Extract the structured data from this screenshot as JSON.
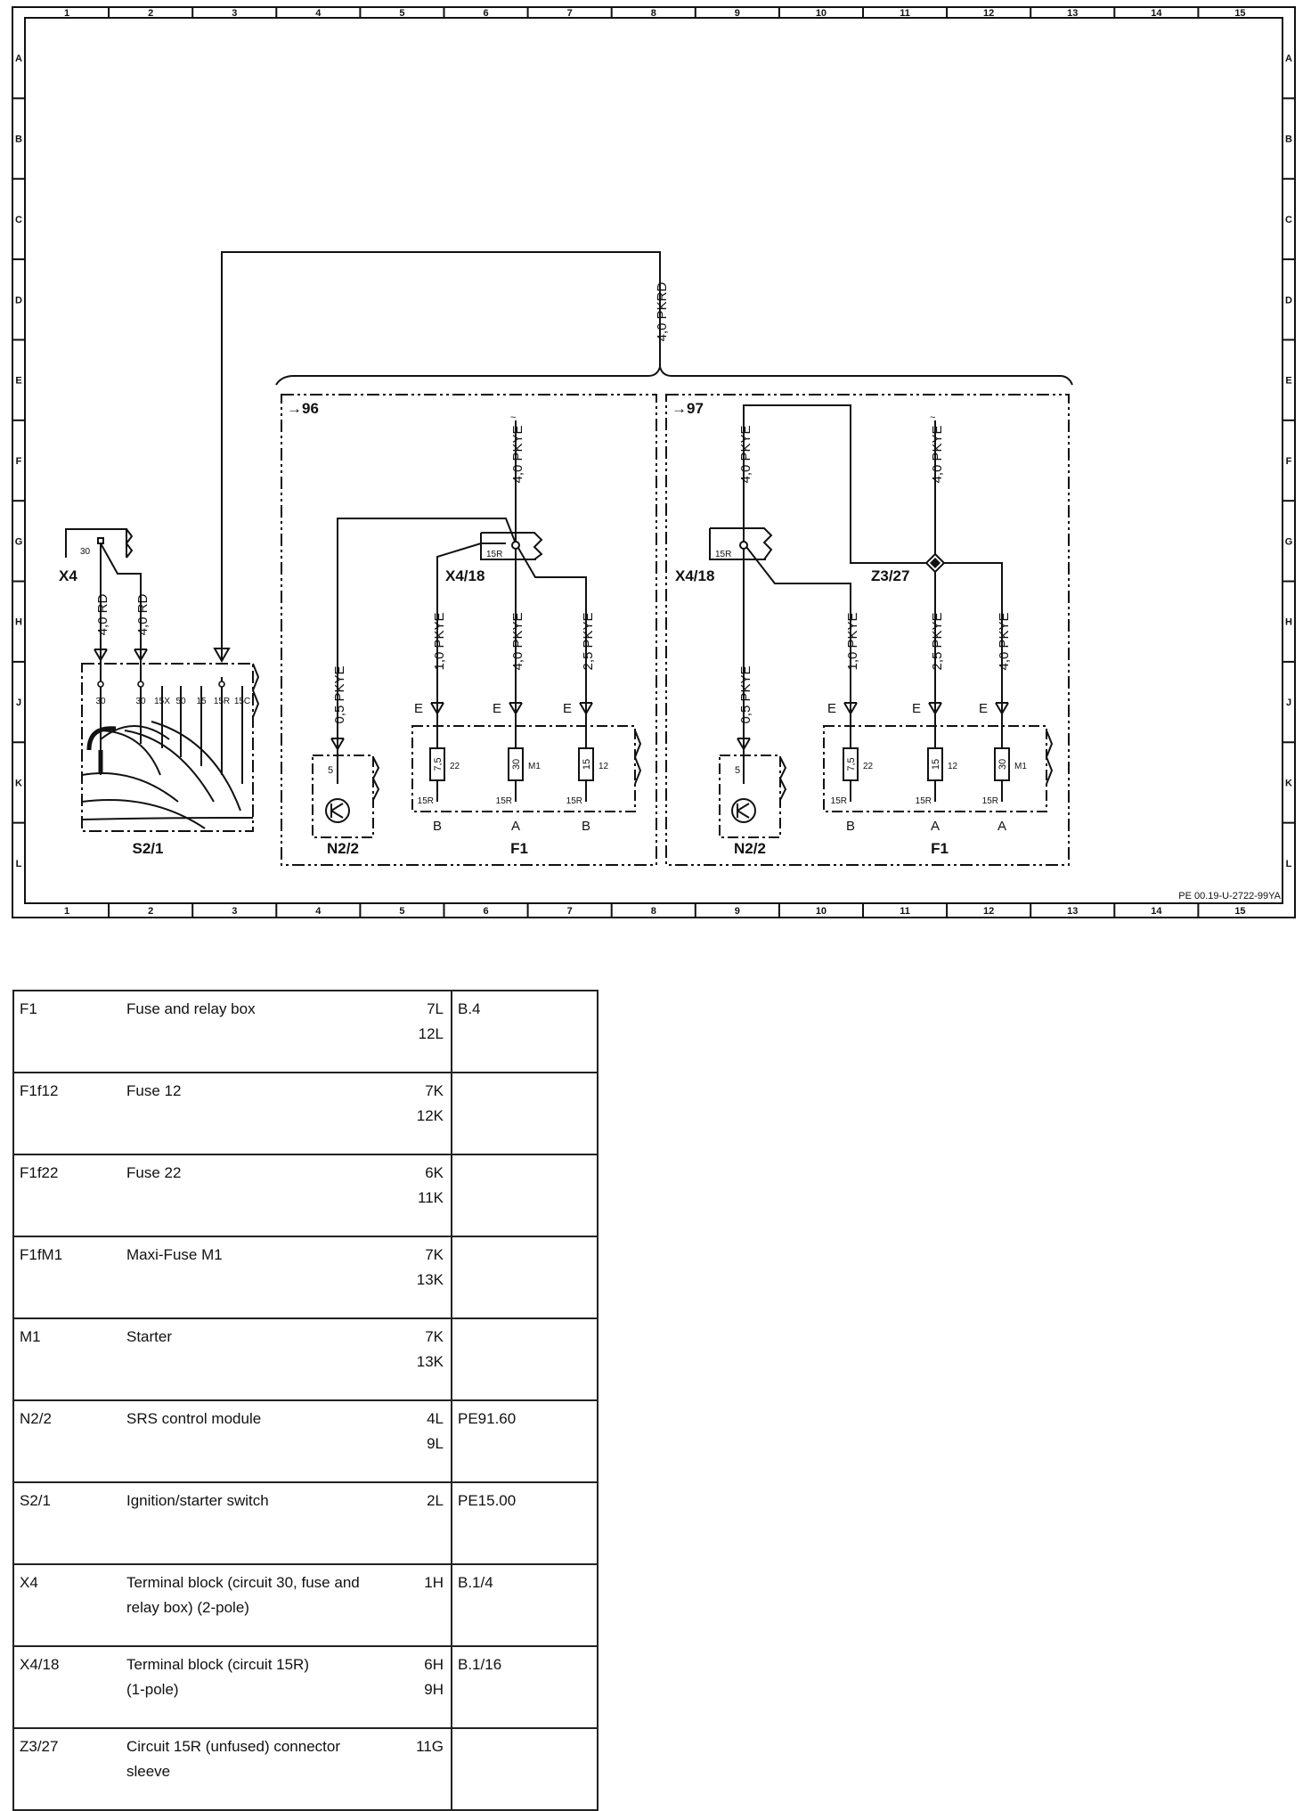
{
  "grid": {
    "columns": [
      "1",
      "2",
      "3",
      "4",
      "5",
      "6",
      "7",
      "8",
      "9",
      "10",
      "11",
      "12",
      "13",
      "14",
      "15"
    ],
    "rows": [
      "A",
      "B",
      "C",
      "D",
      "E",
      "F",
      "G",
      "H",
      "J",
      "K",
      "L"
    ]
  },
  "drawing_code": "PE 00.19-U-2722-99YA",
  "sections": {
    "left": "96",
    "right": "97"
  },
  "components": {
    "x4": "X4",
    "s2_1": "S2/1",
    "x4_18_left": "X4/18",
    "x4_18_right": "X4/18",
    "z3_27": "Z3/27",
    "n2_2_left": "N2/2",
    "n2_2_right": "N2/2",
    "f1_left": "F1",
    "f1_right": "F1"
  },
  "wires": {
    "main": "4,0 PKRD",
    "x4_a": "4,0 RD",
    "x4_b": "4,0 RD",
    "l_feed": "4,0 PKYE",
    "l_n2": "0,5 PKYE",
    "l_f22": "1,0 PKYE",
    "l_m1": "4,0 PKYE",
    "l_f12": "2,5 PKYE",
    "r_feed1": "4,0 PKYE",
    "r_feed2": "4,0 PKYE",
    "r_n2": "0,5 PKYE",
    "r_f22": "1,0 PKYE",
    "r_f12": "2,5 PKYE",
    "r_m1": "4,0 PKYE"
  },
  "switch_terminals": [
    "30",
    "30",
    "15X",
    "50",
    "15",
    "15R",
    "15C"
  ],
  "terminal_30": "30",
  "terminal_15r": "15R",
  "terminal_5": "5",
  "conn_e": "E",
  "fuses": {
    "f22": {
      "rating": "7,5",
      "number": "22"
    },
    "m1": {
      "rating": "30",
      "number": "M1"
    },
    "f12": {
      "rating": "15",
      "number": "12"
    }
  },
  "sockets": {
    "a": "A",
    "b": "B"
  },
  "legend": [
    {
      "code": "F1",
      "desc": [
        "Fuse and relay box"
      ],
      "loc": [
        "7L",
        "12L"
      ],
      "ref": "B.4"
    },
    {
      "code": "F1f12",
      "desc": [
        "Fuse 12"
      ],
      "loc": [
        "7K",
        "12K"
      ],
      "ref": ""
    },
    {
      "code": "F1f22",
      "desc": [
        "Fuse 22"
      ],
      "loc": [
        "6K",
        "11K"
      ],
      "ref": ""
    },
    {
      "code": "F1fM1",
      "desc": [
        "Maxi-Fuse M1"
      ],
      "loc": [
        "7K",
        "13K"
      ],
      "ref": ""
    },
    {
      "code": "M1",
      "desc": [
        "Starter"
      ],
      "loc": [
        "7K",
        "13K"
      ],
      "ref": ""
    },
    {
      "code": "N2/2",
      "desc": [
        "SRS control module"
      ],
      "loc": [
        "4L",
        "9L"
      ],
      "ref": "PE91.60"
    },
    {
      "code": "S2/1",
      "desc": [
        "Ignition/starter switch"
      ],
      "loc": [
        "2L"
      ],
      "ref": "PE15.00"
    },
    {
      "code": "X4",
      "desc": [
        "Terminal block (circuit 30, fuse and",
        "relay box) (2-pole)"
      ],
      "loc": [
        "1H"
      ],
      "ref": "B.1/4"
    },
    {
      "code": "X4/18",
      "desc": [
        "Terminal block (circuit 15R)",
        "(1-pole)"
      ],
      "loc": [
        "6H",
        "9H"
      ],
      "ref": "B.1/16"
    },
    {
      "code": "Z3/27",
      "desc": [
        "Circuit 15R (unfused) connector",
        "sleeve"
      ],
      "loc": [
        "11G"
      ],
      "ref": ""
    }
  ]
}
